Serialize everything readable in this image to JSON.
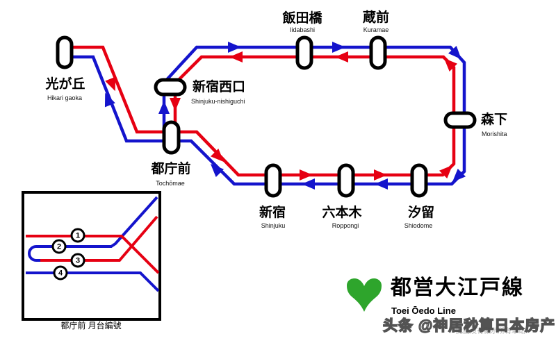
{
  "legend": {
    "title": "都営大江戸線",
    "subtitle": "Toei Ōedo Line"
  },
  "stations": {
    "hikarigaoka": {
      "name": "光が丘",
      "romaji": "Hikari gaoka"
    },
    "shinjuku_nishiguchi": {
      "name": "新宿西口",
      "romaji": "Shinjuku-nishiguchi"
    },
    "tochomae": {
      "name": "都庁前",
      "romaji": "Tochōmae"
    },
    "iidabashi": {
      "name": "飯田橋",
      "romaji": "Iidabashi"
    },
    "kuramae": {
      "name": "蔵前",
      "romaji": "Kuramae"
    },
    "morishita": {
      "name": "森下",
      "romaji": "Morishita"
    },
    "shinjuku": {
      "name": "新宿",
      "romaji": "Shinjuku"
    },
    "roppongi": {
      "name": "六本木",
      "romaji": "Roppongi"
    },
    "shiodome": {
      "name": "汐留",
      "romaji": "Shiodome"
    }
  },
  "inset": {
    "caption": "都庁前 月台編號",
    "platforms": {
      "p1": "1",
      "p2": "2",
      "p3": "3",
      "p4": "4"
    }
  },
  "watermark": {
    "text": "头条 @神居秒算日本房产",
    "note": "此圖沒有顯示所有車站"
  },
  "colors": {
    "line_red": "#e60012",
    "line_blue": "#1414cc",
    "leaf_green": "#2ea52c",
    "station_outline": "#000000"
  }
}
